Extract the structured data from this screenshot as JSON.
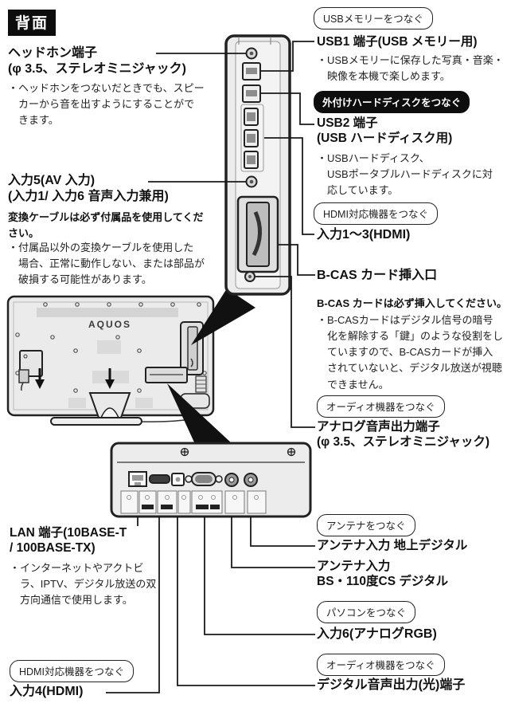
{
  "header": {
    "label": "背面"
  },
  "left": {
    "headphone": {
      "title": "ヘッドホン端子\n(φ 3.5、ステレオミニジャック)",
      "bullet": "・ヘッドホンをつないだときでも、スピー\nカーから音を出すようにすることがで\nきます。"
    },
    "input5": {
      "title": "入力5(AV 入力)\n(入力1/ 入力6 音声入力兼用)",
      "warning": "変換ケーブルは必ず付属品を使用してくだ\nさい。",
      "bullet": "・付属品以外の変換ケーブルを使用した\n場合、正常に動作しない、または部品が\n破損する可能性があります。"
    },
    "lan": {
      "title": "LAN 端子(10BASE-T\n/ 100BASE-TX)",
      "bullet": "・インターネットやアクトビ\nラ、IPTV、デジタル放送の双\n方向通信で使用します。"
    },
    "input4": {
      "pill": "HDMI対応機器をつなぐ",
      "title": "入力4(HDMI)"
    }
  },
  "right": {
    "usb1": {
      "pill": "USBメモリーをつなぐ",
      "title": "USB1 端子(USB メモリー用)",
      "bullet": "・USBメモリーに保存した写真・音楽・\n映像を本機で楽しめます。"
    },
    "usb2": {
      "pill": "外付けハードディスクをつなぐ",
      "title": "USB2 端子\n(USB ハードディスク用)",
      "bullet": "・USBハードディスク、\nUSBポータブルハードディスクに対\n応しています。"
    },
    "hdmi13": {
      "pill": "HDMI対応機器をつなぐ",
      "title": "入力1〜3(HDMI)"
    },
    "bcas": {
      "title": "B-CAS カード挿入口",
      "warning": "B-CAS カードは必ず挿入してください。",
      "bullet": "・B-CASカードはデジタル信号の暗号\n化を解除する「鍵」のような役割をし\nていますので、B-CASカードが挿入\nされていないと、デジタル放送が視聴\nできません。"
    },
    "audio_out": {
      "pill": "オーディオ機器をつなぐ",
      "title": "アナログ音声出力端子\n(φ 3.5、ステレオミニジャック)"
    },
    "antenna": {
      "pill": "アンテナをつなぐ",
      "terrestrial_title": "アンテナ入力 地上デジタル",
      "bscs_title": "アンテナ入力\nBS・110度CS デジタル"
    },
    "input6": {
      "pill": "パソコンをつなぐ",
      "title": "入力6(アナログRGB)"
    },
    "digital_audio": {
      "pill": "オーディオ機器をつなぐ",
      "title": "デジタル音声出力(光)端子"
    }
  },
  "tv": {
    "brand": "AQUOS"
  },
  "colors": {
    "ink": "#1a1a1a",
    "badge_bg": "#0d0d0d",
    "panel_fill": "#ececec",
    "page_bg": "#ffffff"
  }
}
